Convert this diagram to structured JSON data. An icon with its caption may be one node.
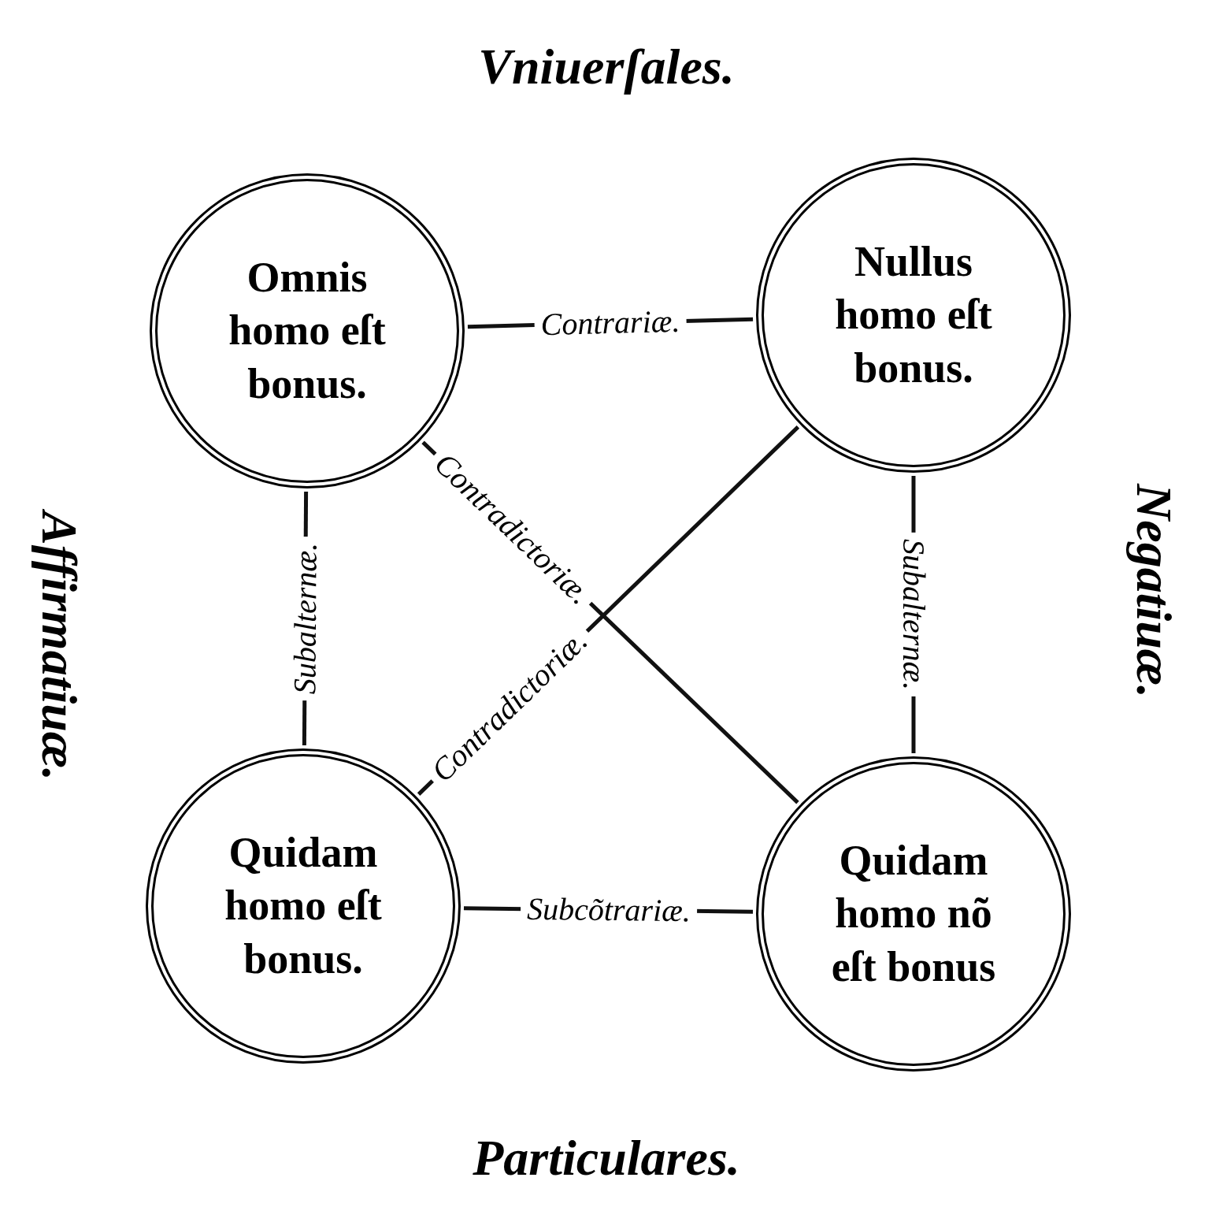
{
  "diagram": {
    "nodes": [
      {
        "text": [
          "Omnis homo eſt bonus."
        ]
      },
      {
        "text": [
          "Nullus homo eſt bonus."
        ]
      },
      {
        "text": [
          "Quidam homo eſt bonus."
        ]
      },
      {
        "text": [
          "Quidam homo nõ eſt bonus"
        ]
      }
    ],
    "edges": [
      {
        "from": 0,
        "to": 1,
        "arrow": "none",
        "label": "Contrariæ."
      },
      {
        "from": 0,
        "to": 2,
        "arrow": "none",
        "label": "Subalternæ."
      },
      {
        "from": 1,
        "to": 3,
        "arrow": "none",
        "label": "Subalternæ."
      },
      {
        "from": 0,
        "to": 3,
        "arrow": "none",
        "label": "Contradictoriæ."
      },
      {
        "from": 1,
        "to": 2,
        "arrow": "none",
        "label": "Contradictoriæ."
      },
      {
        "from": 2,
        "to": 3,
        "arrow": "none",
        "label": "Subcõtrariæ."
      }
    ],
    "labels": [
      "Vniuerſales.",
      "Affirmatiuæ.",
      "Negatiuæ.",
      "Particulares."
    ]
  }
}
